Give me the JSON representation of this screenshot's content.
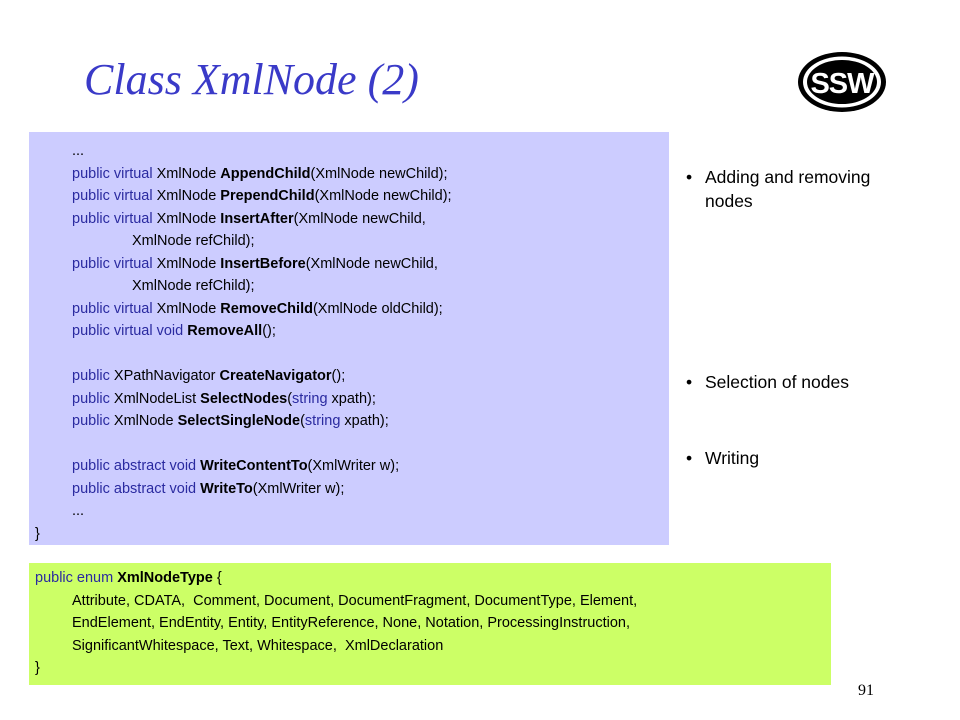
{
  "slide": {
    "title": "Class XmlNode (2)",
    "page_number": "91",
    "logo_text": "SSW"
  },
  "code_block": {
    "lines": [
      {
        "indent": 1,
        "parts": [
          {
            "t": "..."
          }
        ]
      },
      {
        "indent": 1,
        "parts": [
          {
            "t": "public virtual",
            "k": "kw"
          },
          {
            "t": " XmlNode "
          },
          {
            "t": "AppendChild",
            "k": "b"
          },
          {
            "t": "(XmlNode newChild);"
          }
        ]
      },
      {
        "indent": 1,
        "parts": [
          {
            "t": "public virtual",
            "k": "kw"
          },
          {
            "t": " XmlNode "
          },
          {
            "t": "PrependChild",
            "k": "b"
          },
          {
            "t": "(XmlNode newChild);"
          }
        ]
      },
      {
        "indent": 1,
        "parts": [
          {
            "t": "public virtual",
            "k": "kw"
          },
          {
            "t": " XmlNode "
          },
          {
            "t": "InsertAfter",
            "k": "b"
          },
          {
            "t": "(XmlNode newChild,"
          }
        ]
      },
      {
        "indent": 2,
        "parts": [
          {
            "t": "XmlNode refChild);"
          }
        ]
      },
      {
        "indent": 1,
        "parts": [
          {
            "t": "public virtual",
            "k": "kw"
          },
          {
            "t": " XmlNode "
          },
          {
            "t": "InsertBefore",
            "k": "b"
          },
          {
            "t": "(XmlNode newChild,"
          }
        ]
      },
      {
        "indent": 2,
        "parts": [
          {
            "t": "XmlNode refChild);"
          }
        ]
      },
      {
        "indent": 1,
        "parts": [
          {
            "t": "public virtual",
            "k": "kw"
          },
          {
            "t": " XmlNode "
          },
          {
            "t": "RemoveChild",
            "k": "b"
          },
          {
            "t": "(XmlNode oldChild);"
          }
        ]
      },
      {
        "indent": 1,
        "parts": [
          {
            "t": "public virtual void",
            "k": "kw"
          },
          {
            "t": " "
          },
          {
            "t": "RemoveAll",
            "k": "b"
          },
          {
            "t": "();"
          }
        ]
      },
      {
        "indent": 0,
        "parts": [
          {
            "t": ""
          }
        ]
      },
      {
        "indent": 1,
        "parts": [
          {
            "t": "public",
            "k": "kw"
          },
          {
            "t": " XPathNavigator "
          },
          {
            "t": "CreateNavigator",
            "k": "b"
          },
          {
            "t": "();"
          }
        ]
      },
      {
        "indent": 1,
        "parts": [
          {
            "t": "public",
            "k": "kw"
          },
          {
            "t": " XmlNodeList "
          },
          {
            "t": "SelectNodes",
            "k": "b"
          },
          {
            "t": "("
          },
          {
            "t": "string",
            "k": "kw"
          },
          {
            "t": " xpath);"
          }
        ]
      },
      {
        "indent": 1,
        "parts": [
          {
            "t": "public",
            "k": "kw"
          },
          {
            "t": " XmlNode "
          },
          {
            "t": "SelectSingleNode",
            "k": "b"
          },
          {
            "t": "("
          },
          {
            "t": "string",
            "k": "kw"
          },
          {
            "t": " xpath);"
          }
        ]
      },
      {
        "indent": 0,
        "parts": [
          {
            "t": ""
          }
        ]
      },
      {
        "indent": 1,
        "parts": [
          {
            "t": "public abstract void",
            "k": "kw"
          },
          {
            "t": " "
          },
          {
            "t": "WriteContentTo",
            "k": "b"
          },
          {
            "t": "(XmlWriter w);"
          }
        ]
      },
      {
        "indent": 1,
        "parts": [
          {
            "t": "public abstract void",
            "k": "kw"
          },
          {
            "t": " "
          },
          {
            "t": "WriteTo",
            "k": "b"
          },
          {
            "t": "(XmlWriter w);"
          }
        ]
      },
      {
        "indent": 1,
        "parts": [
          {
            "t": "..."
          }
        ]
      },
      {
        "indent": 0,
        "parts": [
          {
            "t": "}"
          }
        ]
      }
    ]
  },
  "enum_block": {
    "lines": [
      {
        "indent": 0,
        "parts": [
          {
            "t": "public enum",
            "k": "kw"
          },
          {
            "t": " "
          },
          {
            "t": "XmlNodeType",
            "k": "b"
          },
          {
            "t": " {"
          }
        ]
      },
      {
        "indent": 1,
        "parts": [
          {
            "t": "Attribute, CDATA,  Comment, Document, DocumentFragment, DocumentType, Element,"
          }
        ]
      },
      {
        "indent": 1,
        "parts": [
          {
            "t": "EndElement, EndEntity, Entity, EntityReference, None, Notation, ProcessingInstruction,"
          }
        ]
      },
      {
        "indent": 1,
        "parts": [
          {
            "t": "SignificantWhitespace, Text, Whitespace,  XmlDeclaration"
          }
        ]
      },
      {
        "indent": 0,
        "parts": [
          {
            "t": "}"
          }
        ]
      }
    ]
  },
  "bullets": [
    {
      "symbol": "•",
      "text": "Adding and removing nodes"
    },
    {
      "symbol": "•",
      "text": "Selection of nodes"
    },
    {
      "symbol": "•",
      "text": "Writing"
    }
  ]
}
